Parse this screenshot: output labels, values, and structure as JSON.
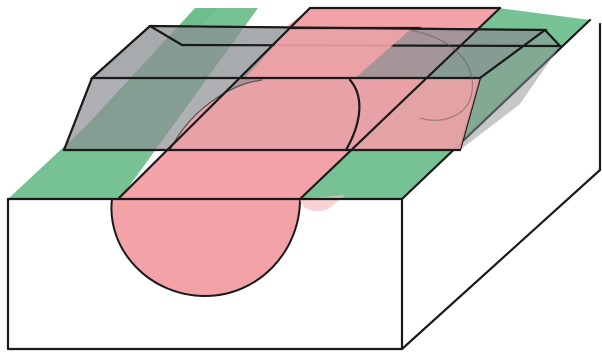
{
  "figure": {
    "kind": "isometric-cutaway",
    "colors": {
      "background": "#ffffff",
      "substrate_face": "#ffffff",
      "outline": "#1a1a1a",
      "top_strip_green": "#6fbf8e",
      "cylinder_pink": "#f3a3a8",
      "gray_block": "#8c8f93"
    },
    "layers": [
      "substrate-block",
      "green-top-strips",
      "pink-cylinder",
      "gray-cover-block"
    ]
  }
}
